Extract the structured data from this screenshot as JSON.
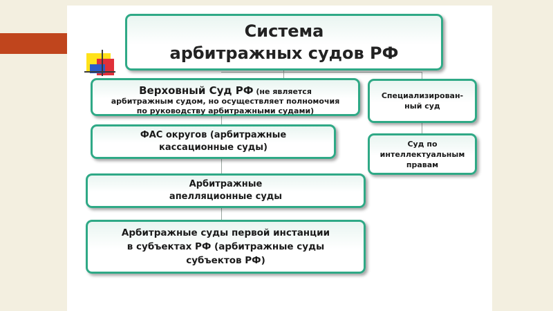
{
  "title": {
    "line1": "Система",
    "line2": "арбитражных судов РФ"
  },
  "boxes": {
    "supreme": {
      "main": "Верховный Суд РФ",
      "note_inline": " (не является",
      "note_line2": "арбитражным судом, но осуществляет полномочия",
      "note_line3": "по руководству арбитражными судами)"
    },
    "specialized": {
      "line1": "Специализирован-",
      "line2": "ный суд"
    },
    "ip_court": {
      "line1": "Суд по",
      "line2": "интеллектуальным",
      "line3": "правам"
    },
    "fas": {
      "line1": "ФАС округов (арбитражные",
      "line2": "кассационные суды)"
    },
    "appeal": {
      "line1": "Арбитражные",
      "line2": "апелляционные суды"
    },
    "first_instance": {
      "line1": "Арбитражные суды первой инстанции",
      "line2": "в субъектах РФ (арбитражные суды",
      "line3": "субъектов РФ)"
    }
  },
  "colors": {
    "box_border": "#2fa986",
    "accent_bar": "#c0451d",
    "background": "#f3efe0"
  }
}
